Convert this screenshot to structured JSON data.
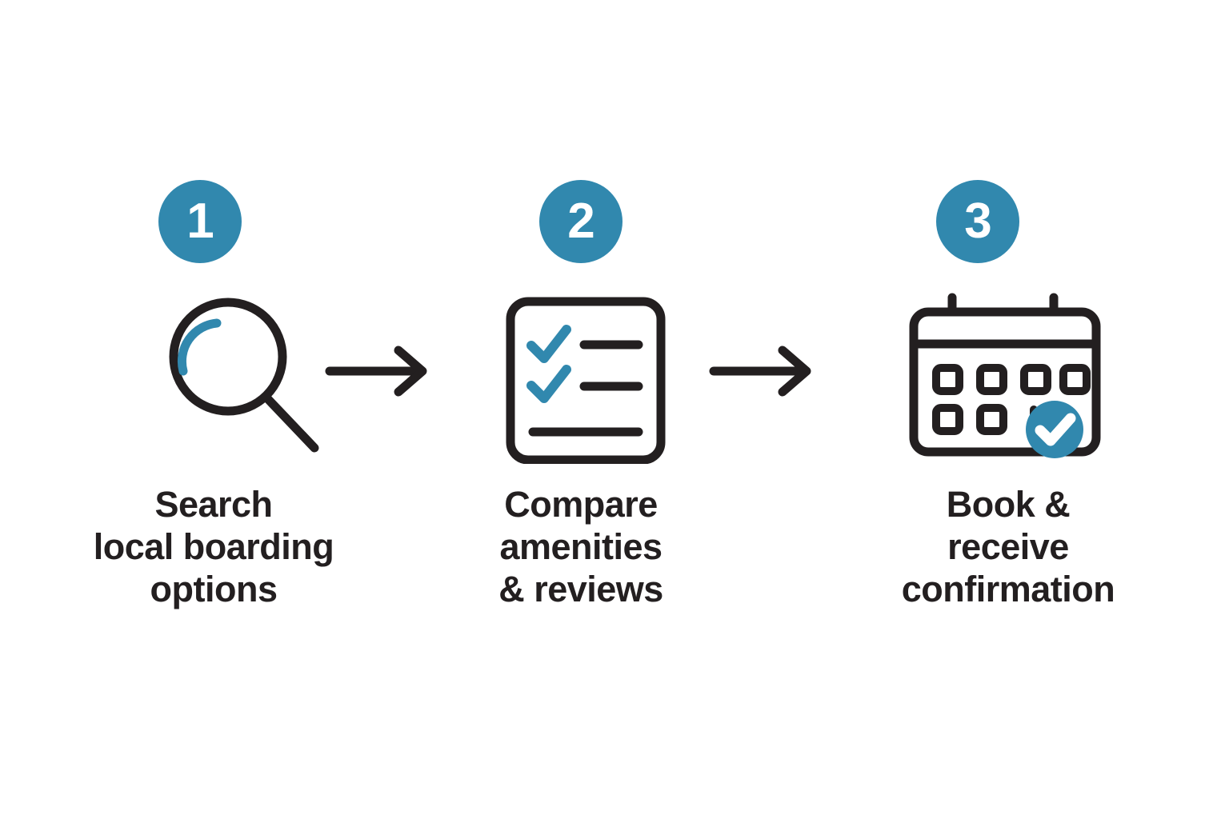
{
  "graphic": {
    "title": "Three step booking process",
    "type": "process-flow",
    "background_color": "#FFFFFF",
    "accent_color": "#3188AE",
    "ink_color": "#231F20"
  },
  "steps": [
    {
      "number": "1",
      "icon": "magnifier-icon",
      "caption": "Search\nlocal boarding\noptions"
    },
    {
      "number": "2",
      "icon": "checklist-icon",
      "caption": "Compare\namenities\n& reviews"
    },
    {
      "number": "3",
      "icon": "calendar-check-icon",
      "caption": "Book &\nreceive\nconfirmation"
    }
  ],
  "connectors": [
    {
      "name": "arrow-1",
      "direction": "right"
    },
    {
      "name": "arrow-2",
      "direction": "right"
    }
  ]
}
